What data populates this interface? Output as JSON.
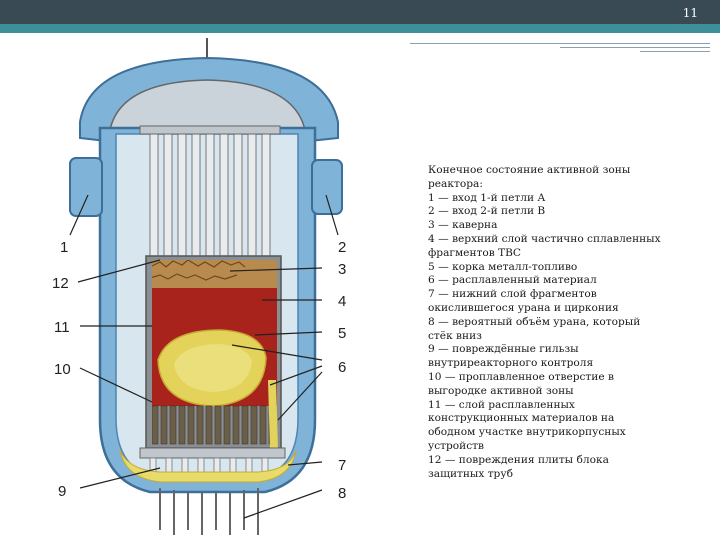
{
  "slide_number": "11",
  "callouts": [
    "1",
    "2",
    "3",
    "4",
    "5",
    "6",
    "7",
    "8",
    "9",
    "10",
    "11",
    "12"
  ],
  "caption_lines": [
    "Конечное состояние активной зоны",
    "реактора:",
    "1 — вход 1-й петли А",
    "2 — вход 2-й петли В",
    "3 — каверна",
    "4 — верхний слой частично сплавленных",
    "фрагментов ТВС",
    "5 — корка металл-топливо",
    "6 — расплавленный материал",
    "7 — нижний слой фрагментов",
    "окислившегося урана и циркония",
    "8 — вероятный объём урана, который",
    "стёк вниз",
    "9 — повреждённые гильзы",
    "внутриреакторного контроля",
    "10 — проплавленное отверстие в",
    "выгородке активной зоны",
    "11 — слой расплавленных",
    "конструкционных материалов на",
    "ободном участке внутрикорпусных",
    "устройств",
    "12 — повреждения плиты блока",
    "защитных труб"
  ],
  "colors": {
    "vessel": "#7fb3d8",
    "vessel_dark": "#4f86b3",
    "molten": "#a8231b",
    "crust": "#e4d35a",
    "upper_debris": "#b88a4e",
    "bottom_layer": "#e7dc6a",
    "topbar": "#3a4a55",
    "topbar_accent": "#3d8f98"
  }
}
